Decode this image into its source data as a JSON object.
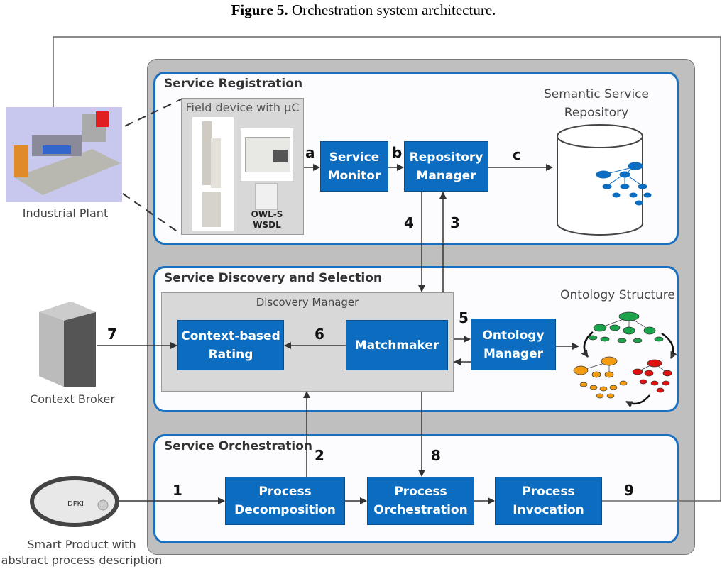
{
  "figure": {
    "number": "Figure 5.",
    "caption": "Orchestration system architecture."
  },
  "sections": {
    "registration": "Service Registration",
    "discovery": "Service Discovery and Selection",
    "orchestration": "Service Orchestration"
  },
  "field_device": {
    "title": "Field device with µC",
    "doc_label_1": "OWL-S",
    "doc_label_2": "WSDL"
  },
  "boxes": {
    "service_monitor": "Service Monitor",
    "repository_manager": "Repository Manager",
    "context_rating": "Context-based Rating",
    "matchmaker": "Matchmaker",
    "ontology_manager": "Ontology Manager",
    "process_decomposition": "Process Decomposition",
    "process_orchestration": "Process Orchestration",
    "process_invocation": "Process Invocation"
  },
  "labels": {
    "semantic_repo": "Semantic Service Repository",
    "discovery_manager": "Discovery Manager",
    "ontology_structure": "Ontology Structure",
    "industrial_plant": "Industrial Plant",
    "context_broker": "Context Broker",
    "smart_product_1": "Smart Product with",
    "smart_product_2": "abstract process description",
    "smart_product_logo": "DFKI"
  },
  "steps": {
    "a": "a",
    "b": "b",
    "c": "c",
    "s1": "1",
    "s2": "2",
    "s3": "3",
    "s4": "4",
    "s5": "5",
    "s6": "6",
    "s7": "7",
    "s8": "8",
    "s9": "9"
  },
  "colors": {
    "box_blue": "#0c6cbf",
    "section_border": "#1a6fbf",
    "panel_gray": "#bfbfbf",
    "ont_green": "#1aa34a",
    "ont_orange": "#f39c12",
    "ont_red": "#e01010"
  }
}
